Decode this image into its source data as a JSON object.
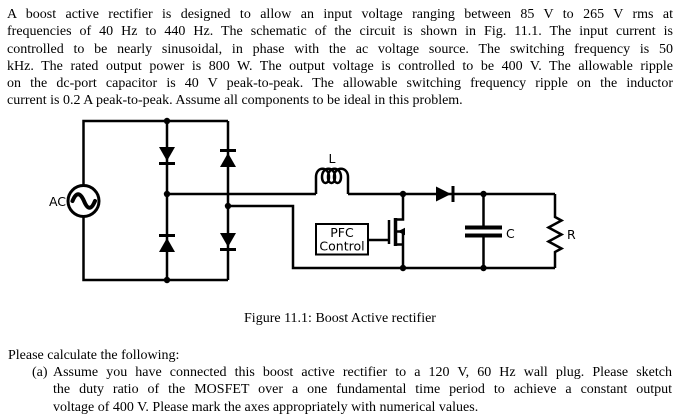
{
  "page": {
    "background": "#ffffff",
    "ink": "#000000"
  },
  "problem": {
    "lines": [
      "A boost active rectifier is designed to allow an input voltage ranging between 85 V to 265 V rms at",
      "frequencies of 40 Hz to 440 Hz. The schematic of the circuit is shown in Fig. 11.1. The input current is",
      "controlled to be nearly sinusoidal, in phase with the ac voltage source. The switching frequency is 50",
      "kHz. The rated output power is 800 W. The output voltage is controlled to be 400 V. The allowable ripple",
      "on the dc-port capacitor is 40 V peak-to-peak. The allowable switching frequency ripple on the inductor",
      "current is 0.2 A peak-to-peak. Assume all components to be ideal in this problem."
    ]
  },
  "figure": {
    "caption": "Figure 11.1: Boost Active rectifier",
    "labels": {
      "ac_source": "AC",
      "inductor": "L",
      "capacitor": "C",
      "resistor": "R",
      "controller_line1": "PFC",
      "controller_line2": "Control"
    },
    "components": [
      "ac-source",
      "diode-bridge",
      "inductor",
      "mosfet",
      "pfc-controller",
      "boost-diode",
      "dc-link-capacitor",
      "load-resistor"
    ]
  },
  "questions": {
    "intro": "Please calculate the following:",
    "items": [
      {
        "id": "(a)",
        "lines": [
          "Assume you have connected this boost active rectifier to a 120 V, 60 Hz wall plug. Please sketch",
          "the duty ratio of the MOSFET over a one fundamental time period to achieve a constant output",
          "voltage of 400 V. Please mark the axes appropriately with numerical values."
        ]
      }
    ]
  }
}
